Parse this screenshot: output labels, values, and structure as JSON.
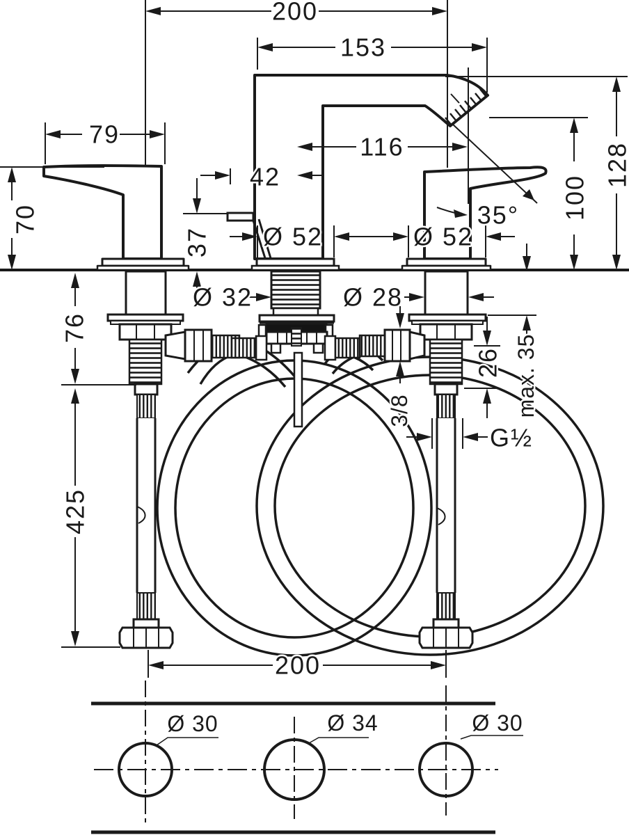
{
  "drawing": {
    "kind": "faucet-installation-dimension-diagram",
    "colors": {
      "line": "#1a1a1a",
      "background": "#ffffff",
      "fill": "#ffffff"
    },
    "dims": {
      "w200top": "200",
      "reach153": "153",
      "handle79": "79",
      "height70": "70",
      "reach116": "116",
      "rod42": "42",
      "rod37": "37",
      "esc52spout": "Ø 52",
      "esc52handle": "Ø 52",
      "angle35": "35°",
      "h100": "100",
      "h128": "128",
      "shank32": "Ø 32",
      "shank28": "Ø 28",
      "depth76": "76",
      "travel26": "26",
      "deckmax": "max. 35",
      "thread38": "3/8",
      "threadG12": "G½",
      "hose425": "425",
      "w200bottom": "200"
    },
    "holes": {
      "left": "Ø 30",
      "middle": "Ø 34",
      "right": "Ø 30"
    }
  }
}
